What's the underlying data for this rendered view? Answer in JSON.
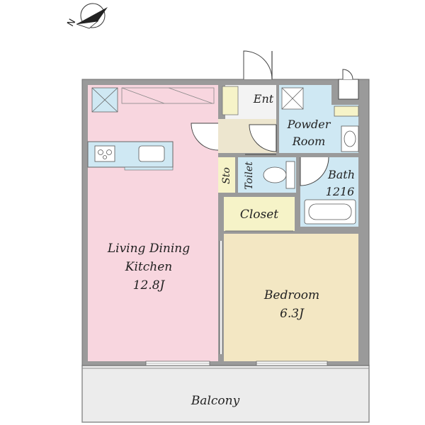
{
  "compass": {
    "north_label": "N"
  },
  "rooms": {
    "entrance": {
      "label": "Ent"
    },
    "powder_room": {
      "line1": "Powder",
      "line2": "Room"
    },
    "storage": {
      "label": "Sto"
    },
    "toilet": {
      "label": "Toilet"
    },
    "bath": {
      "line1": "Bath",
      "line2": "1216"
    },
    "closet": {
      "label": "Closet"
    },
    "ldk": {
      "line1": "Living Dining",
      "line2": "Kitchen",
      "line3": "12.8J"
    },
    "bedroom": {
      "line1": "Bedroom",
      "line2": "6.3J"
    },
    "balcony": {
      "label": "Balcony"
    }
  },
  "colors": {
    "wall": "#9a9a9a",
    "wall_edge": "#6f6f6f",
    "ldk": "#f8d6df",
    "bedroom": "#f3e7c3",
    "wet_area": "#cfe8f3",
    "closet": "#f6f3c8",
    "entrance": "#ede6cf",
    "balcony": "#ececec"
  }
}
